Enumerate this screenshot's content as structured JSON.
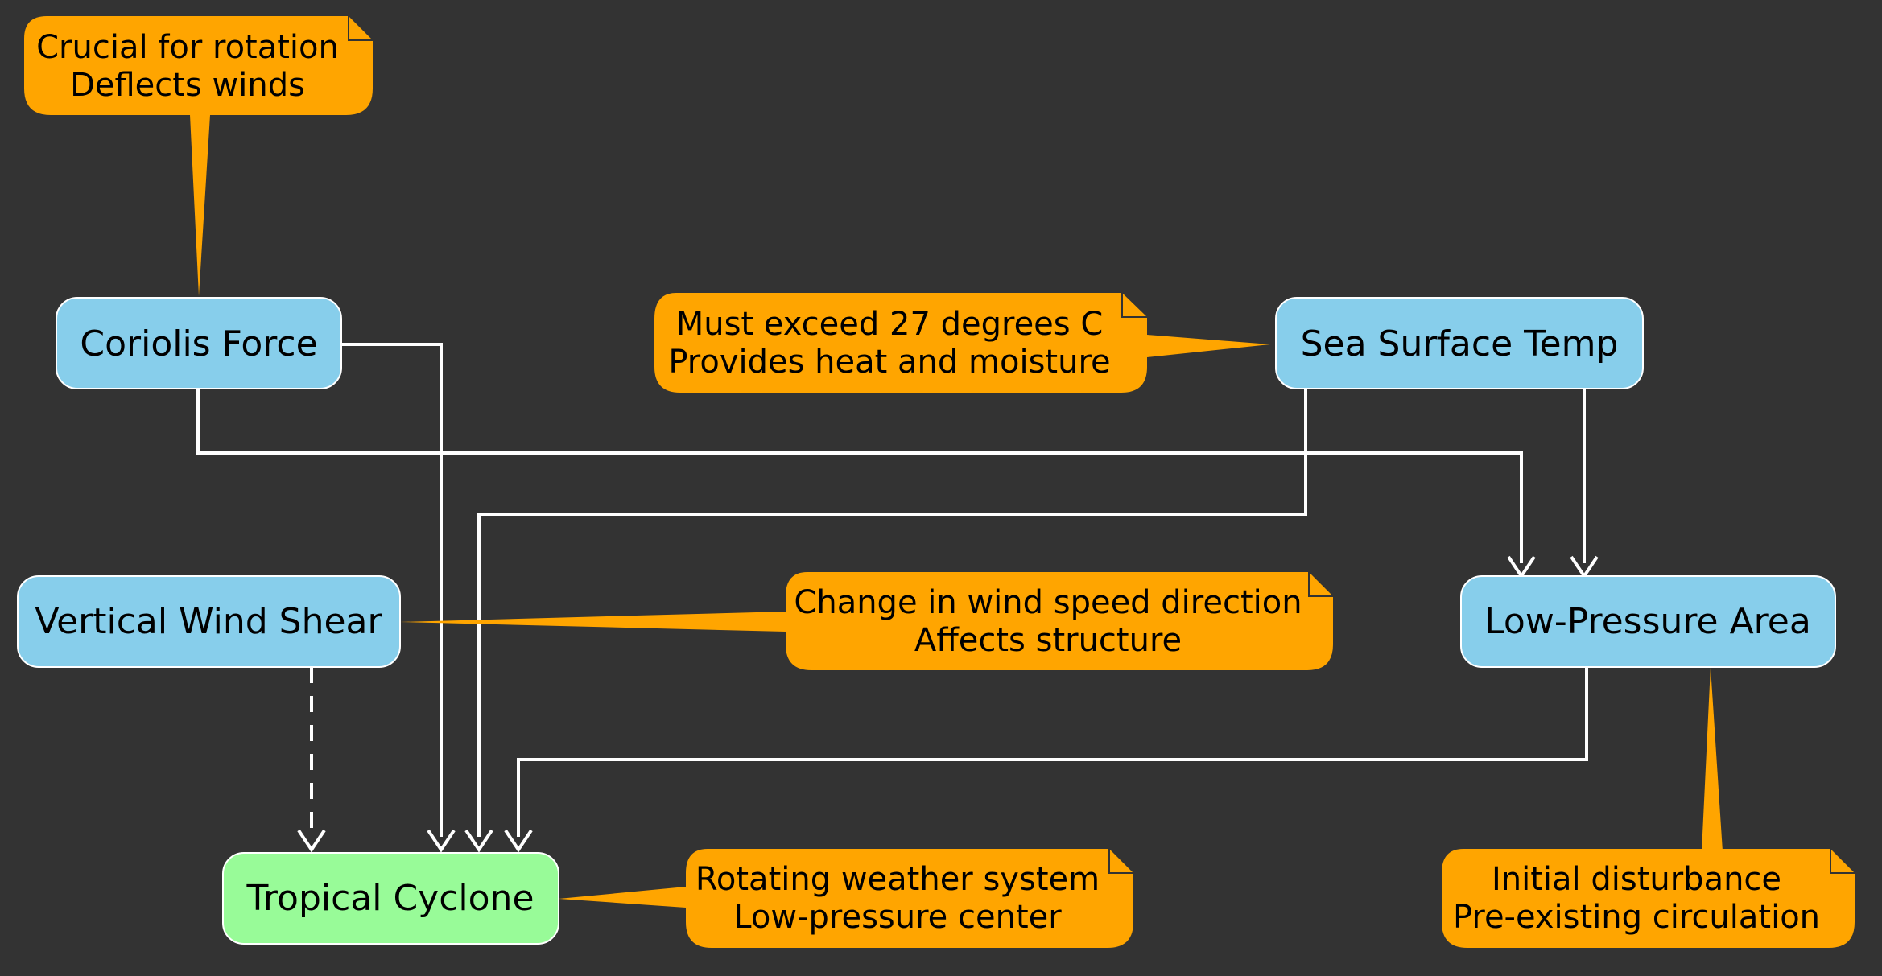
{
  "colors": {
    "background": "#333333",
    "node_fill": "#87CEEB",
    "target_fill": "#98FB98",
    "note_fill": "#FFA500",
    "edge": "#FFFFFF"
  },
  "nodes": {
    "coriolis": "Coriolis Force",
    "sea_temp": "Sea Surface Temp",
    "wind_shear": "Vertical Wind Shear",
    "low_pressure": "Low-Pressure Area",
    "cyclone": "Tropical Cyclone"
  },
  "notes": {
    "coriolis": {
      "line1": "Crucial for rotation",
      "line2": "Deflects winds"
    },
    "sea_temp": {
      "line1": "Must exceed 27 degrees C",
      "line2": "Provides heat and moisture"
    },
    "wind_shear": {
      "line1": "Change in wind speed direction",
      "line2": "Affects structure"
    },
    "cyclone": {
      "line1": "Rotating weather system",
      "line2": "Low-pressure center"
    },
    "low_pressure": {
      "line1": "Initial disturbance",
      "line2": "Pre-existing circulation"
    }
  },
  "edges": [
    {
      "from": "Coriolis Force",
      "to": "Tropical Cyclone",
      "style": "solid"
    },
    {
      "from": "Coriolis Force",
      "to": "Low-Pressure Area",
      "style": "solid"
    },
    {
      "from": "Sea Surface Temp",
      "to": "Tropical Cyclone",
      "style": "solid"
    },
    {
      "from": "Sea Surface Temp",
      "to": "Low-Pressure Area",
      "style": "solid"
    },
    {
      "from": "Vertical Wind Shear",
      "to": "Tropical Cyclone",
      "style": "dashed"
    },
    {
      "from": "Low-Pressure Area",
      "to": "Tropical Cyclone",
      "style": "solid"
    }
  ]
}
